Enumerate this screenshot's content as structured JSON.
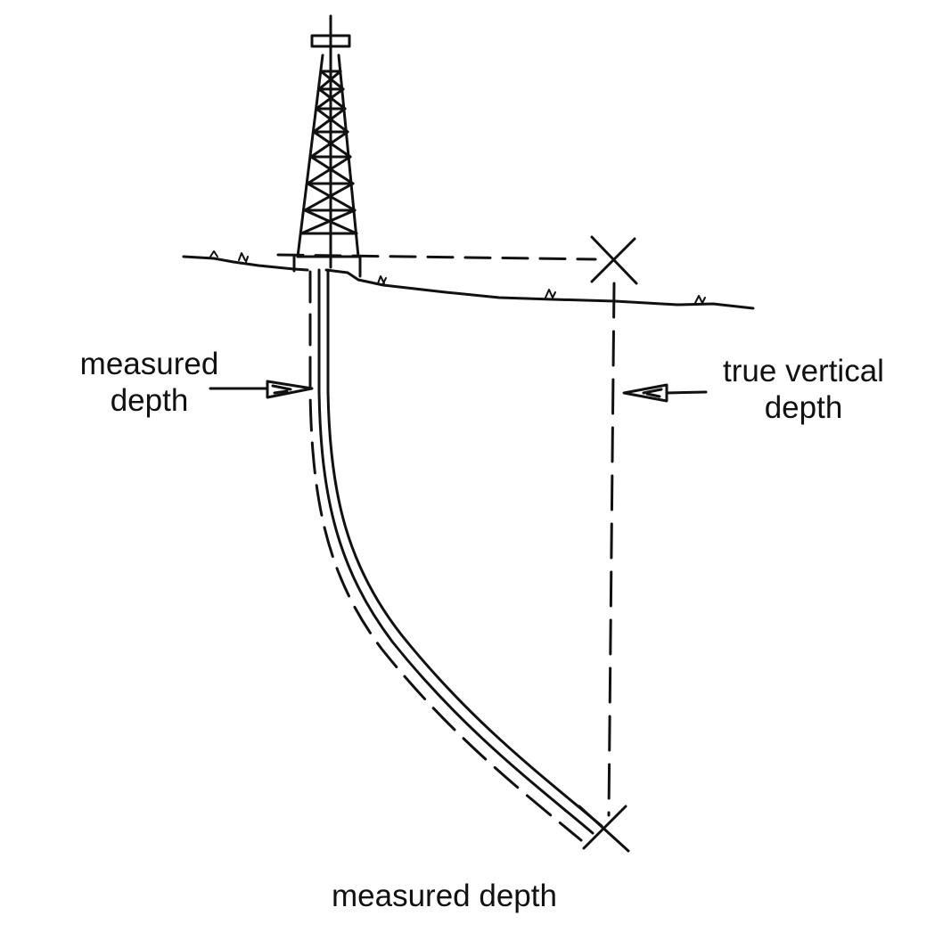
{
  "diagram": {
    "labels": {
      "measured_depth_left": {
        "line1": "measured",
        "line2": "depth"
      },
      "true_vertical_depth": {
        "line1": "true vertical",
        "line2": "depth"
      },
      "measured_depth_bottom": "measured depth"
    },
    "colors": {
      "ink": "#111111",
      "background": "#ffffff"
    },
    "icons": {
      "derrick": "drilling-rig-icon",
      "target_marker": "x-cross-icon",
      "arrow": "hollow-arrow-icon"
    }
  }
}
